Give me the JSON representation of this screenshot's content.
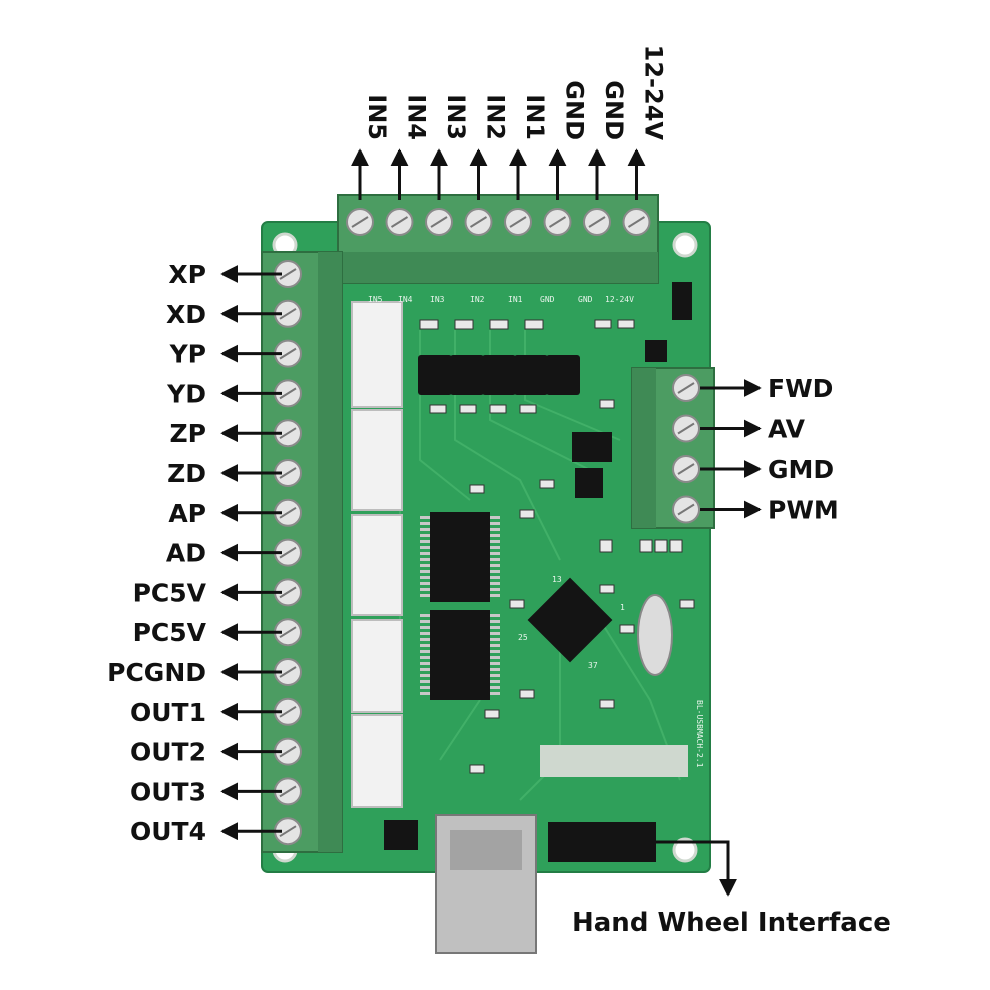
{
  "top_labels": [
    "IN5",
    "IN4",
    "IN3",
    "IN2",
    "IN1",
    "GND",
    "GND",
    "12-24V"
  ],
  "left_labels": [
    "XP",
    "XD",
    "YP",
    "YD",
    "ZP",
    "ZD",
    "AP",
    "AD",
    "PC5V",
    "PC5V",
    "PCGND",
    "OUT1",
    "OUT2",
    "OUT3",
    "OUT4"
  ],
  "right_labels": [
    "FWD",
    "AV",
    "GMD",
    "PWM"
  ],
  "bottom_label": "Hand Wheel Interface",
  "board_silkscreen": [
    "IN5",
    "IN4",
    "IN3",
    "IN2",
    "IN1",
    "GND",
    "GND",
    "12-24V",
    "BL-USBMACH-2.1",
    "13",
    "25",
    "37",
    "1"
  ],
  "colors": {
    "pcb": "#2fa05a",
    "terminal": "#4c9c62",
    "chip": "#141414",
    "text": "#111111"
  }
}
